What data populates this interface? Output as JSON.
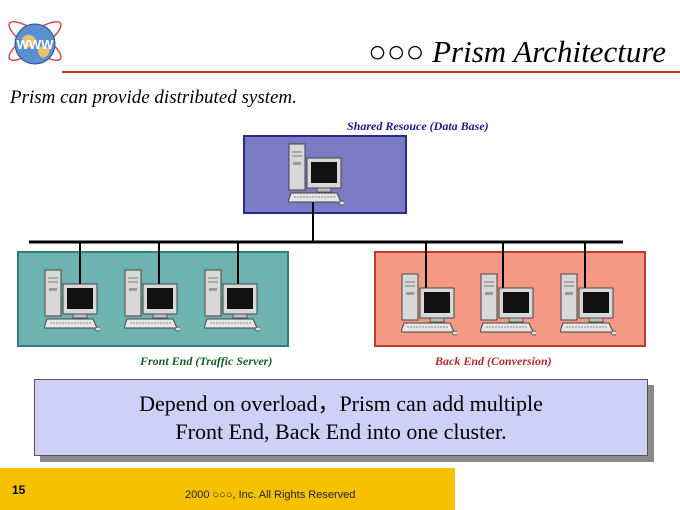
{
  "header": {
    "logo_text": "WWW",
    "title": "○○○ Prism Architecture"
  },
  "subtitle": "Prism can provide distributed system.",
  "diagram": {
    "shared_label": "Shared Resouce (Data Base)",
    "front_label": "Front End (Traffic Server)",
    "back_label": "Back End (Conversion)",
    "colors": {
      "shared_fill": "#7b7bc4",
      "front_fill": "#6fb3b0",
      "back_fill": "#f49a84",
      "bus": "#000000"
    },
    "icon": "desktop-computer-icon"
  },
  "callout": {
    "line1": "Depend on overload，Prism can add multiple",
    "line2": "Front End, Back End into one cluster."
  },
  "footer": {
    "page_number": "15",
    "copyright": "2000 ○○○, Inc. All Rights Reserved",
    "color": "#f6c200"
  }
}
